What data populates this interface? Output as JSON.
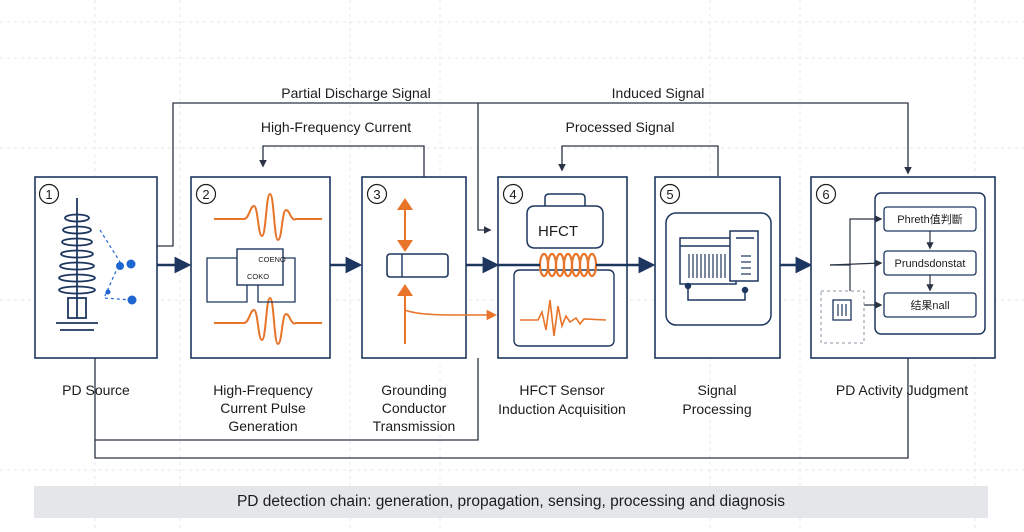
{
  "colors": {
    "navy": "#1d3660",
    "orange": "#e8742a",
    "blue_dot": "#1f66d1",
    "grid": "#dfe3e8",
    "caption_bg": "#e4e6e9"
  },
  "signals": {
    "partial_discharge": "Partial Discharge Signal",
    "induced": "Induced Signal",
    "high_frequency_current": "High-Frequency Current",
    "processed": "Processed Signal"
  },
  "stages": [
    {
      "number": "1",
      "label_lines": [
        "PD Source"
      ],
      "icon": "insulator-tower-icon"
    },
    {
      "number": "2",
      "label_lines": [
        "High-Frequency",
        "Current Pulse",
        "Generation"
      ],
      "icon": "pulse-generator-icon",
      "inner_box_top": "COENO",
      "inner_box_bottom": "COKO"
    },
    {
      "number": "3",
      "label_lines": [
        "Grounding",
        "Conductor",
        "Transmission"
      ],
      "icon": "conductor-icon"
    },
    {
      "number": "4",
      "label_lines": [
        "HFCT Sensor",
        "Induction Acquisition"
      ],
      "icon": "hfct-coil-icon",
      "sensor_label": "HFCT"
    },
    {
      "number": "5",
      "label_lines": [
        "Signal",
        "Processing"
      ],
      "icon": "processor-icon"
    },
    {
      "number": "6",
      "label_lines": [
        "PD Activity Judgment"
      ],
      "icon": "decision-icon",
      "steps": [
        "Phreth值判斷",
        "Prundsdonstat",
        "结果nall"
      ]
    }
  ],
  "caption": "PD detection chain: generation, propagation, sensing, processing and diagnosis"
}
